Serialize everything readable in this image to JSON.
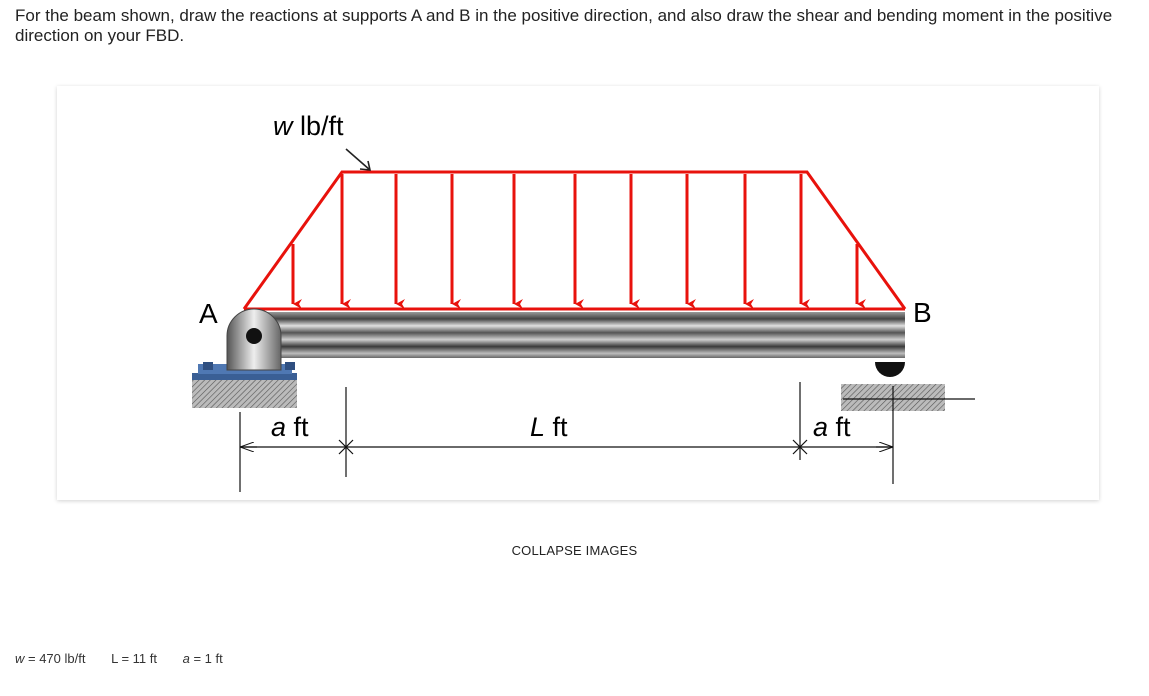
{
  "question": {
    "text": "For the beam shown, draw the reactions at supports A and B in the positive direction, and also draw the shear and bending moment in the positive direction on your FBD."
  },
  "figure": {
    "load_label_var": "w",
    "load_label_unit": " lb/ft",
    "support_a_label": "A",
    "support_b_label": "B",
    "dim_left_var": "a",
    "dim_left_unit": " ft",
    "dim_mid_var": "L",
    "dim_mid_unit": " ft",
    "dim_right_var": "a",
    "dim_right_unit": " ft",
    "load_color": "#e8120c",
    "support_color": "#3a5f95"
  },
  "collapse_label": "COLLAPSE IMAGES",
  "params": {
    "w": {
      "name": "w",
      "value": " = 470 lb/ft"
    },
    "L": {
      "name": "L",
      "value": " = 11 ft"
    },
    "a": {
      "name": "a",
      "value": " = 1 ft"
    }
  }
}
